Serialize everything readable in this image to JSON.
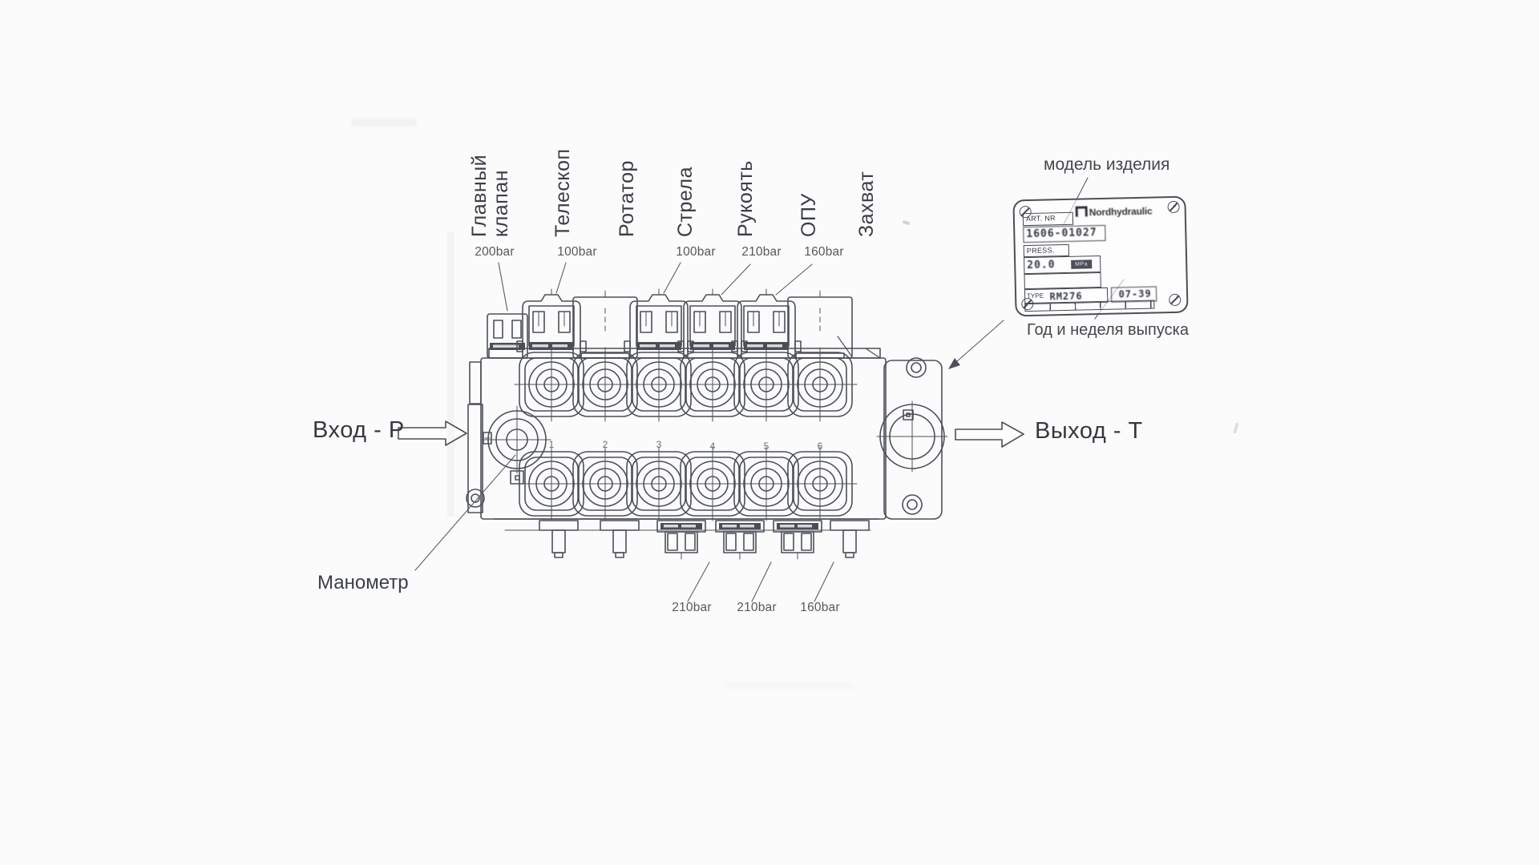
{
  "diagram": {
    "labels": {
      "inlet": "Вход - P",
      "outlet": "Выход - T",
      "gauge": "Манометр",
      "model_pointer": "модель изделия",
      "date_pointer": "Год и неделя выпуска"
    },
    "sections": [
      "Главный\nклапан",
      "Телескоп",
      "Ротатор",
      "Стрела",
      "Рукоять",
      "ОПУ",
      "Захват"
    ],
    "top_pressures": [
      "200bar",
      "100bar",
      "100bar",
      "210bar",
      "160bar"
    ],
    "bottom_pressures": [
      "210bar",
      "210bar",
      "160bar"
    ],
    "port_numbers": [
      "1",
      "2",
      "3",
      "4",
      "5",
      "6"
    ],
    "nameplate": {
      "brand": "Nordhydraulic",
      "art_label": "ART. NR",
      "art_value": "1606-01027",
      "press_label": "PRESS.",
      "press_value": "20.0",
      "press_unit": "MPa",
      "type_label": "TYPE",
      "type_value": "RM276",
      "week_code": "07-39"
    },
    "line_color": "#4c505a"
  }
}
